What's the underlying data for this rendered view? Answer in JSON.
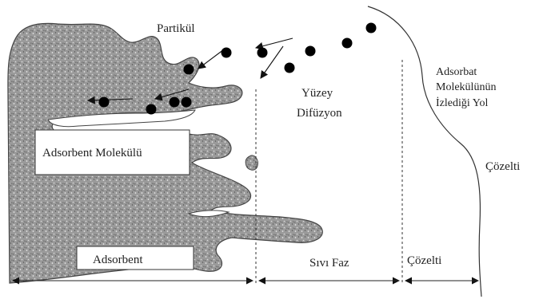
{
  "labels": {
    "partikul": "Partikül",
    "yuzey_1": "Yüzey",
    "yuzey_2": "Difüzyon",
    "adsorbat_1": "Adsorbat",
    "adsorbat_2": "Molekülünün",
    "adsorbat_3": "İzlediği Yol",
    "cozelti_right": "Çözelti",
    "adsorbent_molekulu": "Adsorbent Molekülü",
    "adsorbent": "Adsorbent",
    "sivi_faz": "Sıvı Faz",
    "cozelti_bottom": "Çözelti"
  },
  "colors": {
    "particle_fill": "#8e8e8e",
    "outline": "#333333",
    "dot": "#000000"
  }
}
